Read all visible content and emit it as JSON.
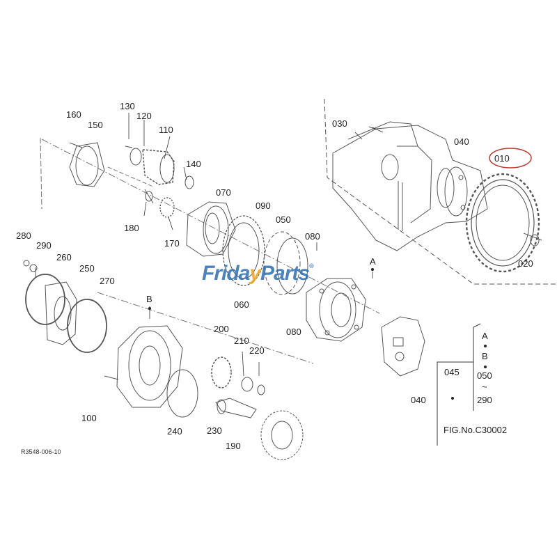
{
  "parts": {
    "p010": "010",
    "p020": "020",
    "p030": "030",
    "p040": "040",
    "p040b": "040",
    "p045": "045",
    "p050": "050",
    "p060": "060",
    "p070": "070",
    "p080": "080",
    "p080b": "080",
    "p090": "090",
    "p100": "100",
    "p110": "110",
    "p120": "120",
    "p130": "130",
    "p140": "140",
    "p150": "150",
    "p160": "160",
    "p170": "170",
    "p180": "180",
    "p190": "190",
    "p200": "200",
    "p210": "210",
    "p220": "220",
    "p230": "230",
    "p240": "240",
    "p250": "250",
    "p260": "260",
    "p270": "270",
    "p280": "280",
    "p290": "290"
  },
  "refs": {
    "a_main": "A",
    "b_main": "B"
  },
  "legend": {
    "a": "A",
    "b": "B",
    "range_start": "050",
    "tilde": "~",
    "range_end": "290"
  },
  "fig_no": "FIG.No.C30002",
  "drawing_code": "R3548-006-10",
  "watermark": {
    "part1": "Frida",
    "part2": "y",
    "part3": "Parts",
    "reg": "®"
  },
  "colors": {
    "highlight_circle": "#c0392b",
    "watermark_blue": "#2c6db4",
    "watermark_orange": "#f0a21a",
    "line": "#444444"
  }
}
